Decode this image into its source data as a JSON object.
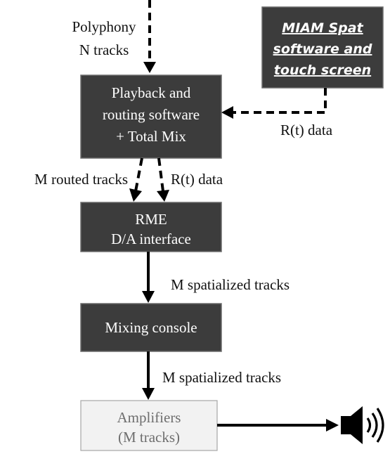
{
  "labels": {
    "polyphony_line1": "Polyphony",
    "polyphony_line2": "N tracks",
    "playback_line1": "Playback and",
    "playback_line2": "routing software",
    "playback_line3": "+ Total Mix",
    "miam_line1": "MIAM Spat",
    "miam_line2": "software and",
    "miam_line3": "touch screen",
    "rt_right": "R(t) data",
    "m_routed": "M routed tracks",
    "rt_down": "R(t) data",
    "rme_line1": "RME",
    "rme_line2": "D/A interface",
    "m_spat_1": "M spatialized tracks",
    "mixing": "Mixing console",
    "m_spat_2": "M spatialized tracks",
    "amp_line1": "Amplifiers",
    "amp_line2": "(M tracks)"
  },
  "icons": {
    "speaker": "speaker-icon"
  },
  "colors": {
    "dark_box": "#3c3c3c",
    "light_box": "#f2f2f2",
    "arrow": "#000000"
  }
}
